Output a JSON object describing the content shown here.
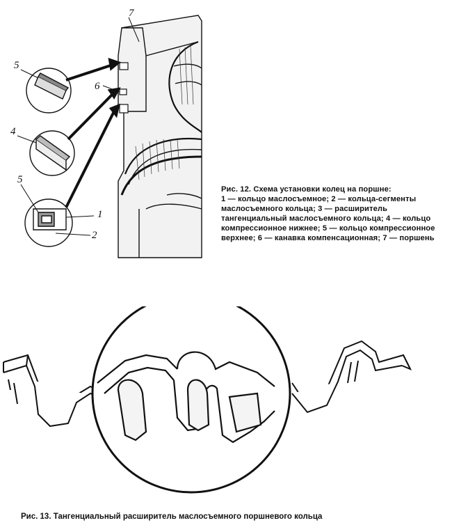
{
  "figure12": {
    "title": "Рис. 12. Схема установки колец на поршне:",
    "description": "1 — кольцо маслосъемное; 2 — кольца-сегменты маслосъемного кольца; 3 — расширитель тангенциальный маслосъемного кольца; 4 — кольцо компрессионное нижнее; 5 — кольцо компрессионное верхнее; 6 — канавка компенсационная; 7 — поршень",
    "labels": {
      "n1": "1",
      "n2": "2",
      "n4": "4",
      "n5a": "5",
      "n5b": "5",
      "n6": "6",
      "n7": "7"
    }
  },
  "figure13": {
    "caption": "Рис. 13. Тангенциальный расширитель маслосъемного поршневого кольца"
  }
}
